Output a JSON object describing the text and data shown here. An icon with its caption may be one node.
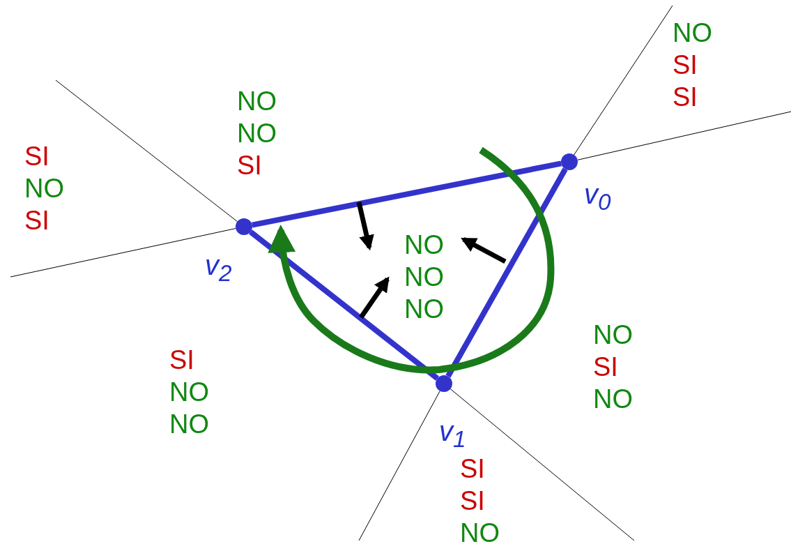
{
  "diagram": {
    "nodes": [
      {
        "text": [],
        "shape": "circle",
        "beside": [
          "v$_{0}$"
        ]
      },
      {
        "text": [],
        "shape": "circle",
        "beside": [
          "v$_{1}$"
        ]
      },
      {
        "text": [],
        "shape": "circle",
        "beside": [
          "v$_{2}$"
        ]
      }
    ],
    "edges": [
      {
        "from": 0,
        "to": 2,
        "arrow": "none",
        "style": "thick",
        "color": "#3333cc"
      },
      {
        "from": 2,
        "to": 1,
        "arrow": "none",
        "style": "thick",
        "color": "#3333cc"
      },
      {
        "from": 1,
        "to": 0,
        "arrow": "none",
        "style": "thick",
        "color": "#3333cc"
      },
      {
        "from": 0,
        "to": null,
        "arrow": "none"
      },
      {
        "from": 0,
        "to": null,
        "arrow": "none"
      },
      {
        "from": 2,
        "to": null,
        "arrow": "none"
      },
      {
        "from": 2,
        "to": null,
        "arrow": "none"
      },
      {
        "from": 1,
        "to": null,
        "arrow": "none"
      },
      {
        "from": 1,
        "to": null,
        "arrow": "none"
      }
    ],
    "labels": [
      "NO",
      "SI",
      "SI",
      "NO",
      "NO",
      "SI",
      "SI",
      "NO",
      "SI",
      "NO",
      "NO",
      "NO",
      "NO",
      "SI",
      "NO",
      "SI",
      "NO",
      "NO",
      "SI",
      "SI",
      "NO"
    ]
  }
}
